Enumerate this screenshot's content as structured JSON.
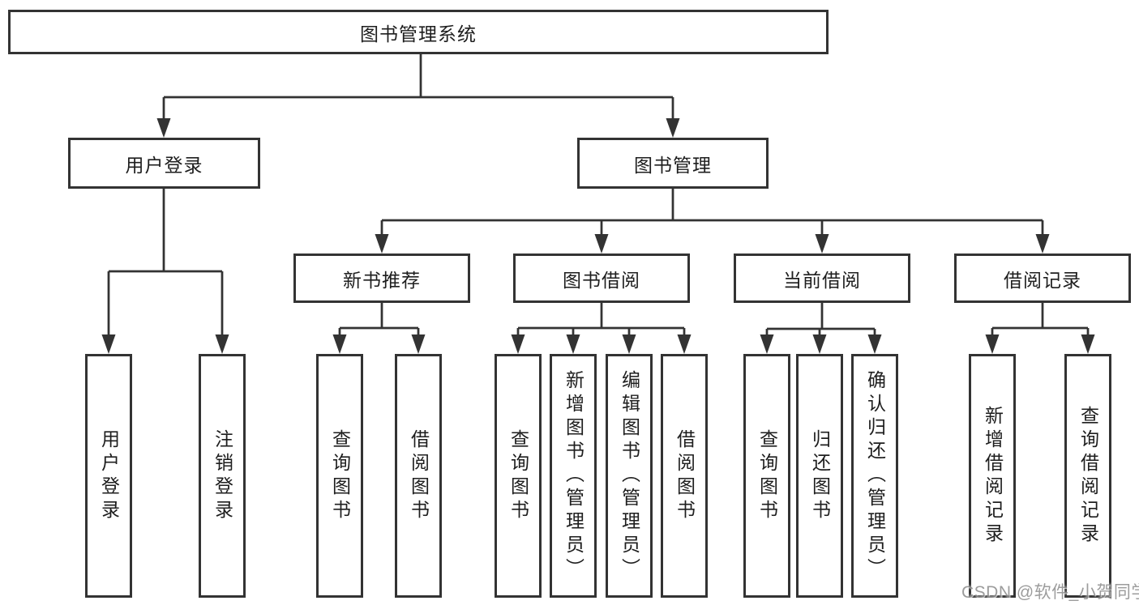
{
  "nodes": {
    "root": "图书管理系统",
    "user_login": "用户登录",
    "book_management": "图书管理",
    "new_book_recommend": "新书推荐",
    "book_borrowing": "图书借阅",
    "current_borrowing": "当前借阅",
    "borrowing_records": "借阅记录",
    "leaf_user_login": "用户登录",
    "leaf_logout": "注销登录",
    "leaf_nbr_query_books": "查询图书",
    "leaf_nbr_borrow_books": "借阅图书",
    "leaf_bb_query_books": "查询图书",
    "leaf_bb_add_books_admin": "新增图书（管理员）",
    "leaf_bb_edit_books_admin": "编辑图书（管理员）",
    "leaf_bb_borrow_books": "借阅图书",
    "leaf_cb_query_books": "查询图书",
    "leaf_cb_return_books": "归还图书",
    "leaf_cb_confirm_return_admin": "确认归还（管理员）",
    "leaf_br_add_record": "新增借阅记录",
    "leaf_br_query_record": "查询借阅记录"
  },
  "hierarchy": {
    "图书管理系统": {
      "用户登录": [
        "用户登录",
        "注销登录"
      ],
      "图书管理": {
        "新书推荐": [
          "查询图书",
          "借阅图书"
        ],
        "图书借阅": [
          "查询图书",
          "新增图书（管理员）",
          "编辑图书（管理员）",
          "借阅图书"
        ],
        "当前借阅": [
          "查询图书",
          "归还图书",
          "确认归还（管理员）"
        ],
        "借阅记录": [
          "新增借阅记录",
          "查询借阅记录"
        ]
      }
    }
  },
  "watermark": "CSDN @软件_小贺同学",
  "colors": {
    "stroke": "#333333",
    "text": "#1e1e1e",
    "background": "#ffffff",
    "watermark": "#8f8f8f"
  }
}
